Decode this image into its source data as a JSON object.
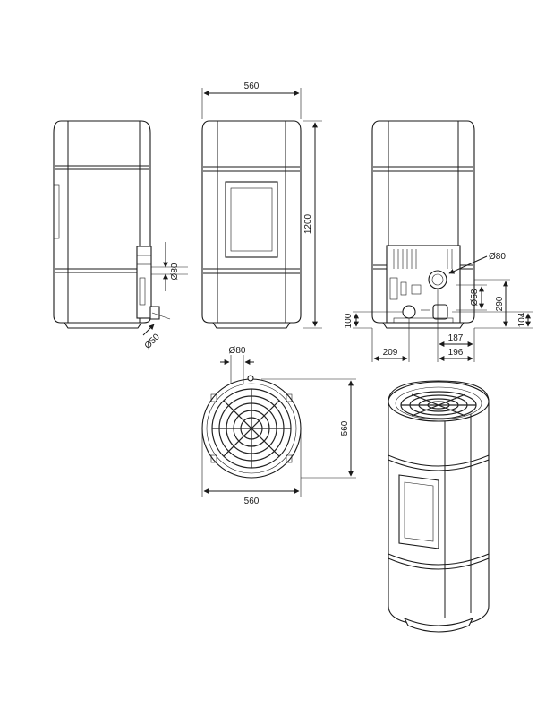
{
  "dimensions": {
    "front_width": "560",
    "height": "1200",
    "side_flue": "Ø80",
    "side_air": "Ø50",
    "rear_flue": "Ø80",
    "rear_air": "Ø58",
    "rear_290": "290",
    "rear_100": "100",
    "rear_104": "104",
    "rear_187": "187",
    "rear_209": "209",
    "rear_196": "196",
    "top_flue": "Ø80",
    "top_depth": "560",
    "top_width": "560"
  },
  "colors": {
    "line": "#1a1a1a",
    "background": "#ffffff"
  }
}
